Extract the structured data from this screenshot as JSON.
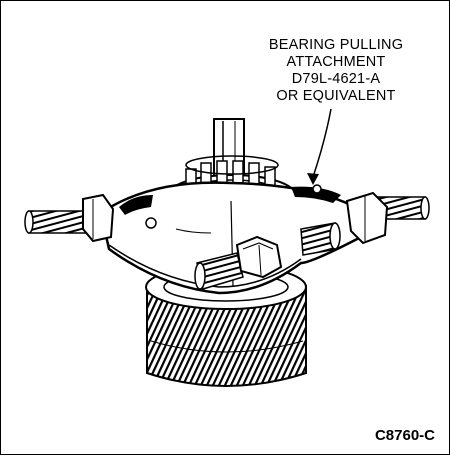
{
  "callout": {
    "lines": [
      "BEARING PULLING",
      "ATTACHMENT",
      "D79L-4621-A",
      "OR EQUIVALENT"
    ]
  },
  "figure_code": "C8760-C",
  "colors": {
    "ink": "#000000",
    "paper": "#ffffff",
    "tone": "#d6d6d6"
  }
}
